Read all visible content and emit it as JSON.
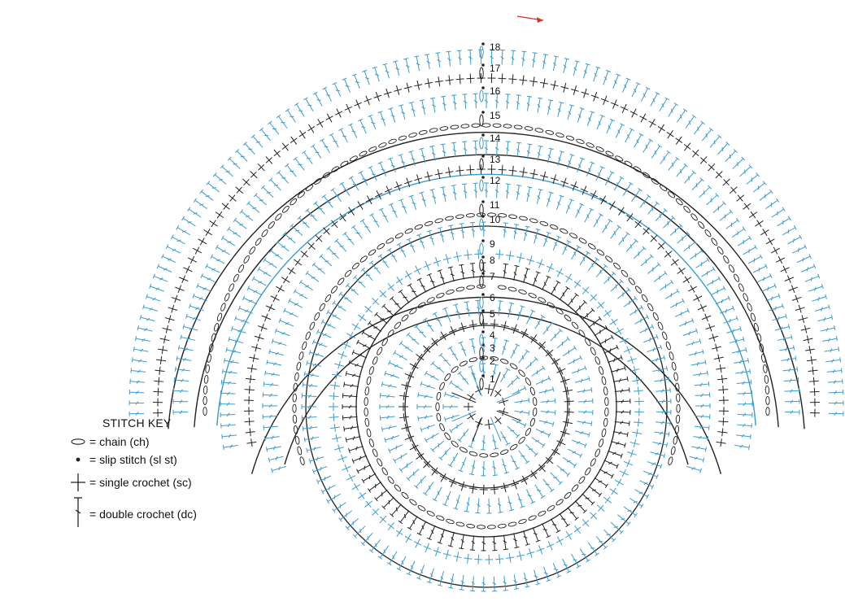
{
  "diagram": {
    "rounds": [
      "1",
      "2",
      "3",
      "4",
      "5",
      "6",
      "7",
      "8",
      "9",
      "10",
      "11",
      "12",
      "13",
      "14",
      "15",
      "16",
      "17",
      "18"
    ],
    "colors": {
      "black": "#222222",
      "blue": "#3a9bd0",
      "arrow": "#d0312d"
    }
  },
  "key": {
    "title": "STITCH KEY",
    "items": [
      {
        "symbol": "chain-icon",
        "label": "= chain (ch)"
      },
      {
        "symbol": "slip-stitch-icon",
        "label": "= slip stitch (sl st)"
      },
      {
        "symbol": "single-crochet-icon",
        "label": "= single crochet (sc)"
      },
      {
        "symbol": "double-crochet-icon",
        "label": "= double crochet (dc)"
      }
    ]
  }
}
